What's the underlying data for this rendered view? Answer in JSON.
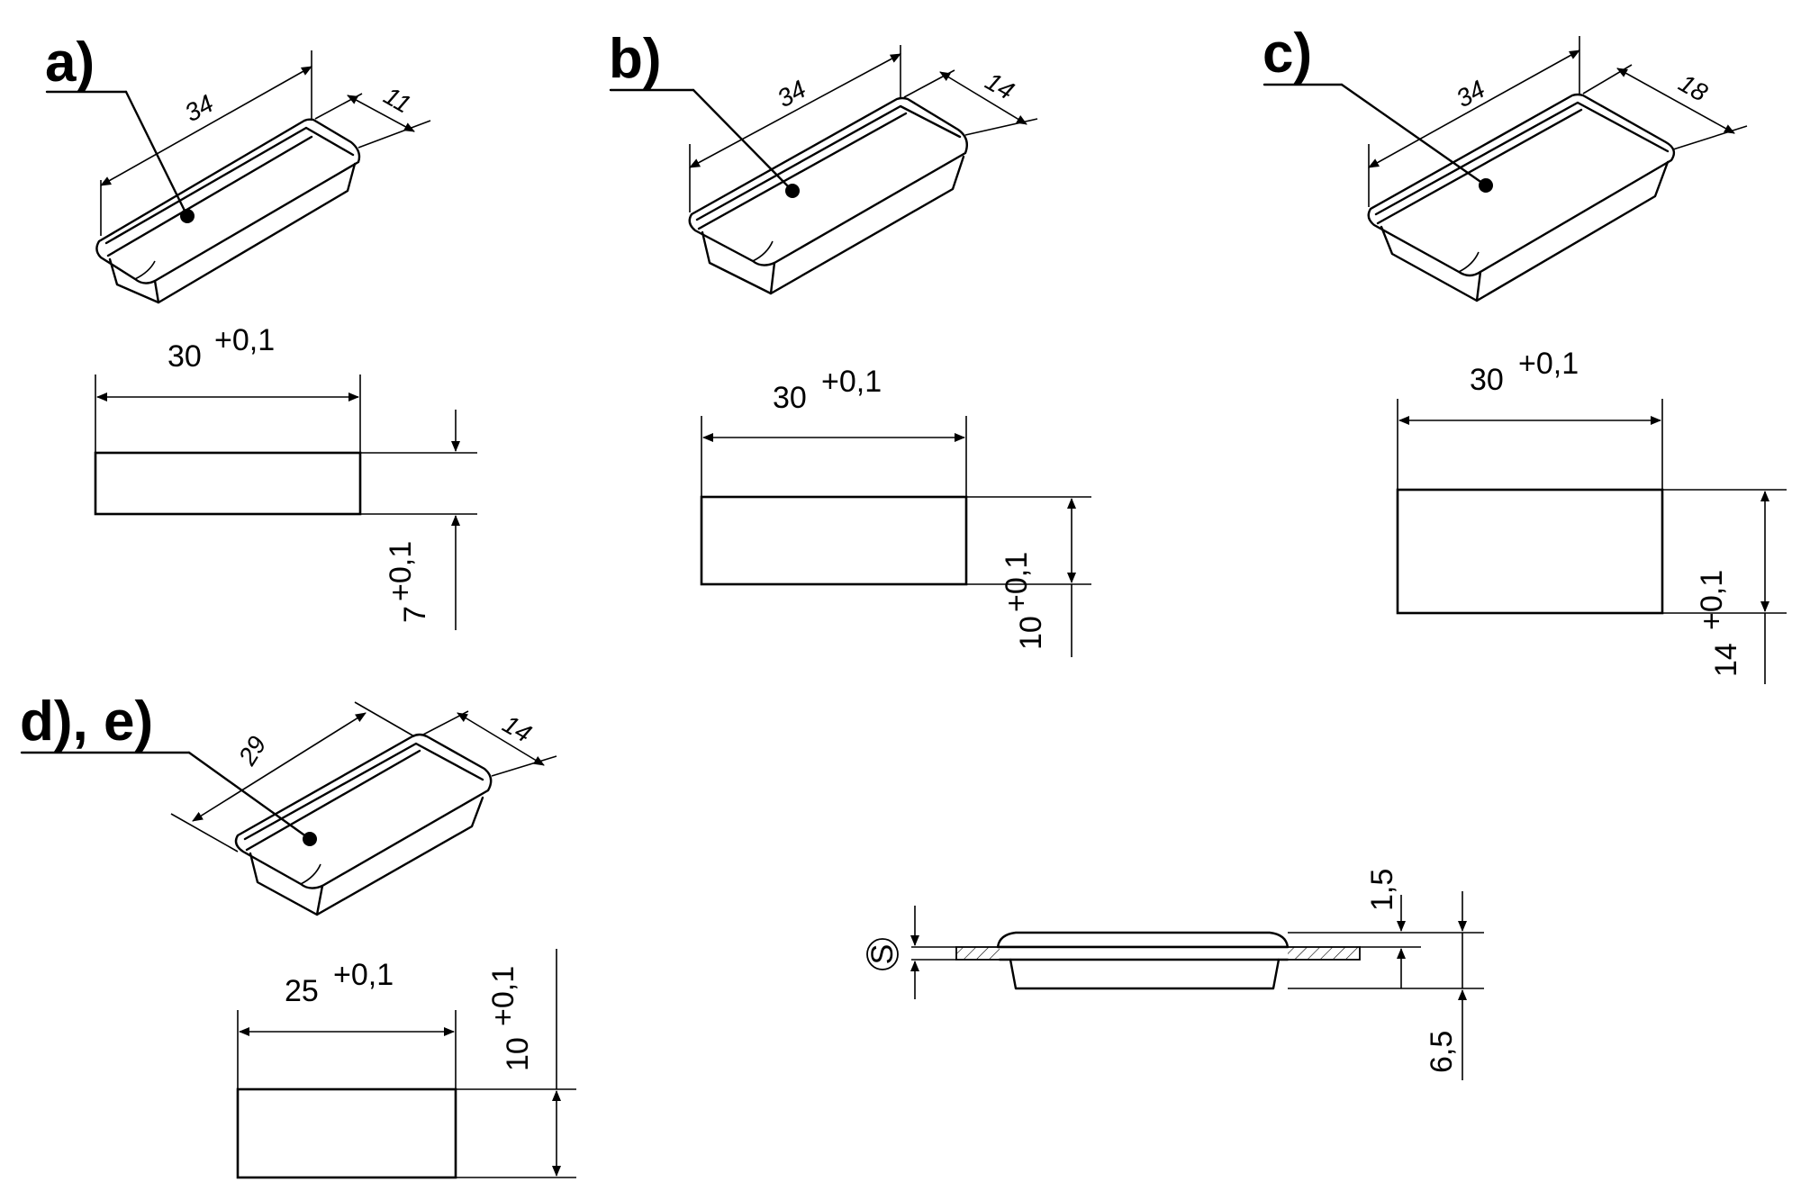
{
  "labels": {
    "a": "a)",
    "b": "b)",
    "c": "c)",
    "de": "d), e)"
  },
  "iso_dims": {
    "a_len": "34",
    "a_wid": "11",
    "b_len": "34",
    "b_wid": "14",
    "c_len": "34",
    "c_wid": "18",
    "de_len": "29",
    "de_wid": "14"
  },
  "cutouts": {
    "a": {
      "width": "30",
      "width_tol": "+0,1",
      "height": "7",
      "height_tol": "+0,1"
    },
    "b": {
      "width": "30",
      "width_tol": "+0,1",
      "height": "10",
      "height_tol": "+0,1"
    },
    "c": {
      "width": "30",
      "width_tol": "+0,1",
      "height": "14",
      "height_tol": "+0,1"
    },
    "de": {
      "width": "25",
      "width_tol": "+0,1",
      "height": "10",
      "height_tol": "+0,1"
    }
  },
  "section": {
    "s_symbol": "S",
    "top_height": "1,5",
    "depth": "6,5"
  }
}
